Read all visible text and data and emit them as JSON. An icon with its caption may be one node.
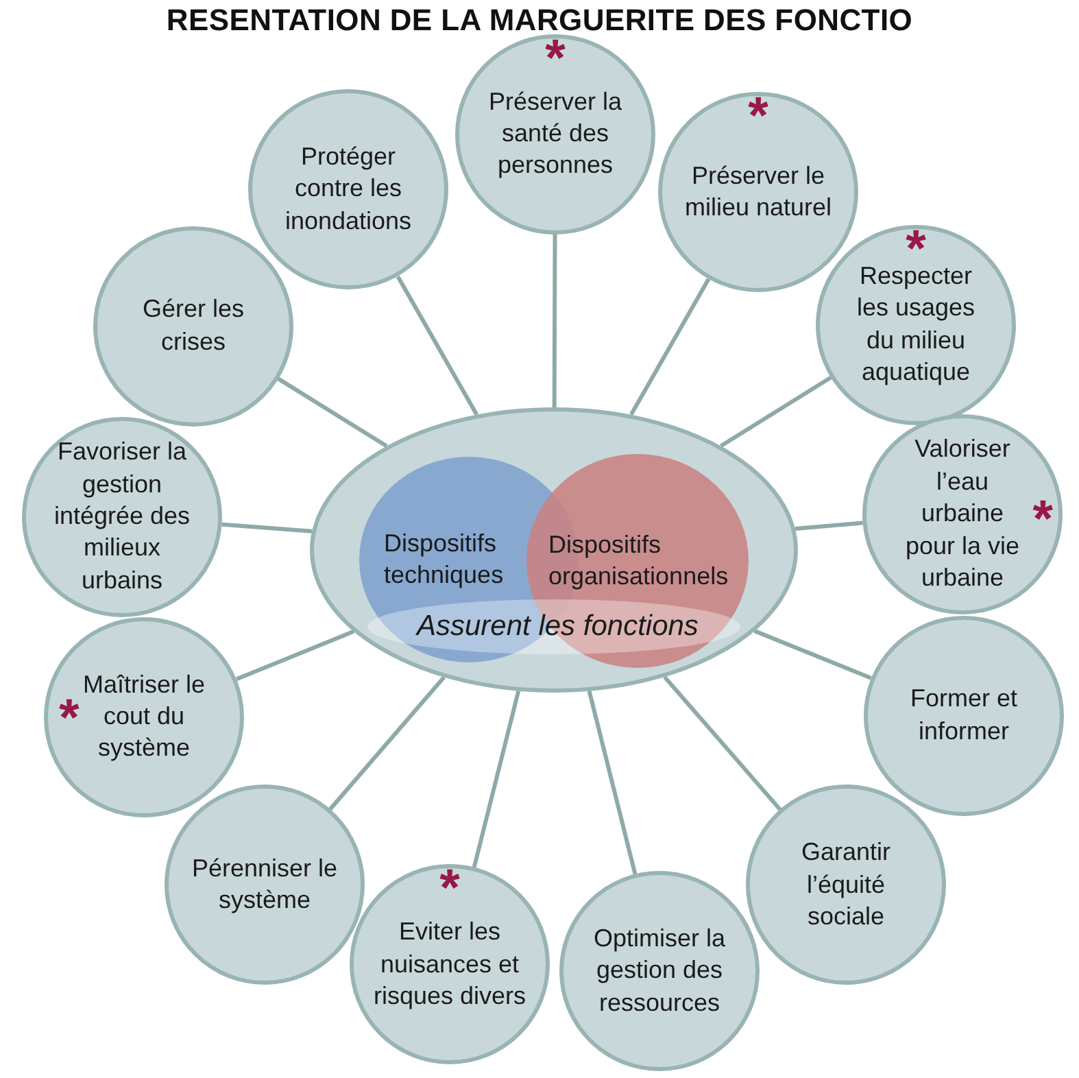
{
  "diagram": {
    "title": "RESENTATION DE LA MARGUERITE DES FONCTIO",
    "nodes": [
      {
        "text": [],
        "shape": "ellipse"
      },
      {
        "text": [
          "Dispositifs techniques"
        ],
        "in": 0
      },
      {
        "text": [
          "Dispositifs organisationnels"
        ],
        "in": 0
      },
      {
        "text": [
          "Assurent les fonctions"
        ],
        "in": 0
      },
      {
        "text": [
          "*",
          "Préserver la santé des personnes"
        ]
      },
      {
        "text": [
          "*",
          "Préserver le milieu naturel"
        ]
      },
      {
        "text": [
          "*",
          "Respecter les usages du milieu aquatique"
        ]
      },
      {
        "text": [
          "Valoriser l’eau urbaine pour la vie urbaine",
          "*"
        ]
      },
      {
        "text": [
          "Former et informer"
        ]
      },
      {
        "text": [
          "Garantir l’équité sociale"
        ]
      },
      {
        "text": [
          "Optimiser la gestion des ressources"
        ]
      },
      {
        "text": [
          "*",
          "Eviter les nuisances et risques divers"
        ]
      },
      {
        "text": [
          "Pérenniser le système"
        ]
      },
      {
        "text": [
          "*",
          "Maîtriser le cout du système"
        ]
      },
      {
        "text": [
          "Favoriser la gestion intégrée des milieux urbains"
        ]
      },
      {
        "text": [
          "Gérer les crises"
        ]
      },
      {
        "text": [
          "Protéger contre les inondations"
        ]
      }
    ],
    "edges": [
      {
        "from": 0,
        "to": 4,
        "arrow": "none"
      },
      {
        "from": 0,
        "to": 5,
        "arrow": "none"
      },
      {
        "from": 0,
        "to": 6,
        "arrow": "none"
      },
      {
        "from": 0,
        "to": 7,
        "arrow": "none"
      },
      {
        "from": 0,
        "to": 8,
        "arrow": "none"
      },
      {
        "from": 0,
        "to": 9,
        "arrow": "none"
      },
      {
        "from": 0,
        "to": 10,
        "arrow": "none"
      },
      {
        "from": 0,
        "to": 11,
        "arrow": "none"
      },
      {
        "from": 0,
        "to": 12,
        "arrow": "none"
      },
      {
        "from": 0,
        "to": 13,
        "arrow": "none"
      },
      {
        "from": 0,
        "to": 14,
        "arrow": "none"
      },
      {
        "from": 0,
        "to": 15,
        "arrow": "none"
      },
      {
        "from": 0,
        "to": 16,
        "arrow": "none"
      }
    ]
  }
}
